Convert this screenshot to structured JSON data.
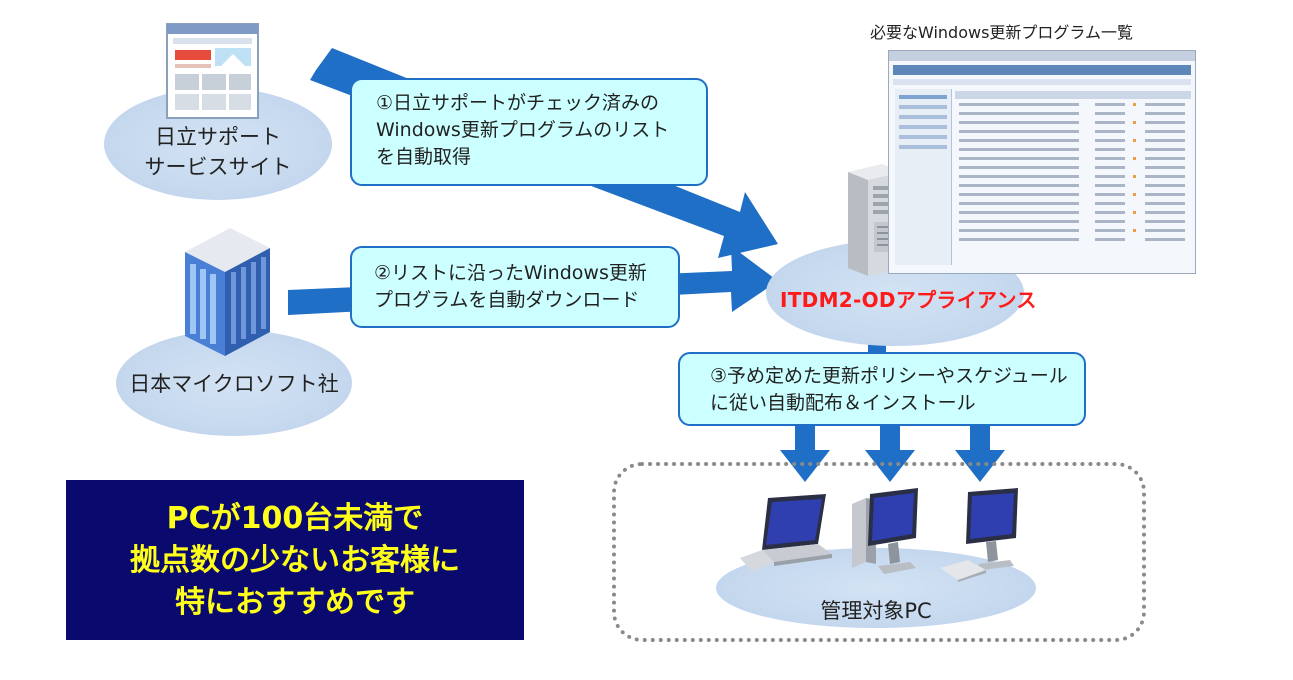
{
  "nodes": {
    "hitachi_support": {
      "label": "日立サポート\nサービスサイト"
    },
    "microsoft": {
      "label": "日本マイクロソフト社"
    },
    "appliance": {
      "label": "ITDM2-ODアプライアンス"
    },
    "managed_pcs": {
      "label": "管理対象PC"
    }
  },
  "steps": [
    {
      "text": "①日立サポートがチェック済みの\nWindows更新プログラムのリスト\nを自動取得"
    },
    {
      "text": "②リストに沿ったWindows更新\nプログラムを自動ダウンロード"
    },
    {
      "text": "③予め定めた更新ポリシーやスケジュール\nに従い自動配布＆インストール"
    }
  ],
  "screenshot_caption": "必要なWindows更新プログラム一覧",
  "promo_text": "PCが100台未満で\n拠点数の少ないお客様に\n特におすすめです",
  "colors": {
    "arrow": "#1f6fc6",
    "callout_fill": "#ccffff",
    "appliance_label": "#ff1a1a",
    "promo_bg": "#0a0a6e",
    "promo_text": "#ffff1a"
  },
  "icons": [
    "browser-window-icon",
    "office-building-icon",
    "server-tower-icon",
    "laptop-icon",
    "desktop-pc-icon",
    "monitor-keyboard-icon"
  ]
}
